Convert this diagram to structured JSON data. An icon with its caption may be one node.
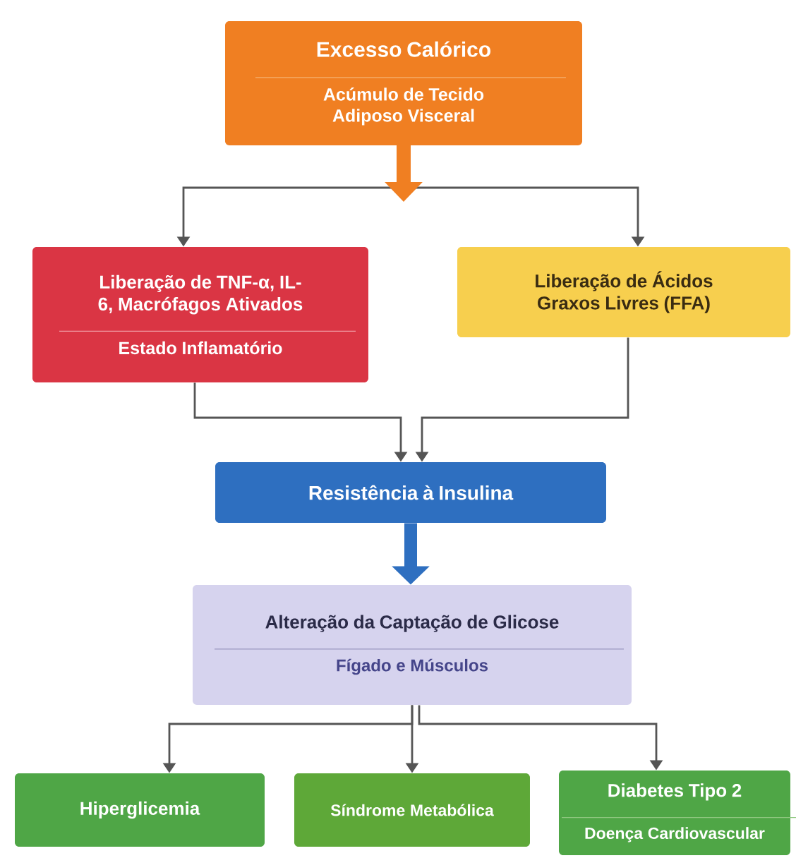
{
  "diagram": {
    "nodes": [
      {
        "text": [
          "Excesso Calórico",
          "Acúmulo de Tecido Adiposo Visceral"
        ]
      },
      {
        "text": [
          "Liberação de TNF-α, IL-6, Macrófagos Ativados",
          "Estado Inflamatório"
        ]
      },
      {
        "text": [
          "Liberação de Ácidos Graxos Livres (FFA)"
        ]
      },
      {
        "text": [
          "Resistência à Insulina"
        ]
      },
      {
        "text": [
          "Alteração da Captação de Glicose",
          "Fígado e Músculos"
        ]
      },
      {
        "text": [
          "Hiperglicemia"
        ]
      },
      {
        "text": [
          "Síndrome Metabólica"
        ]
      },
      {
        "text": [
          "Diabetes Tipo 2",
          "Doença Cardiovascular"
        ]
      }
    ],
    "edges": [
      {
        "from": 0,
        "to": 1,
        "arrow": "to"
      },
      {
        "from": 0,
        "to": 2,
        "arrow": "to"
      },
      {
        "from": 1,
        "to": 3,
        "arrow": "to"
      },
      {
        "from": 2,
        "to": 3,
        "arrow": "to"
      },
      {
        "from": 3,
        "to": 4,
        "arrow": "to",
        "style": "thick",
        "color": "#2e6fc0"
      },
      {
        "from": 4,
        "to": 5,
        "arrow": "to"
      },
      {
        "from": 4,
        "to": 6,
        "arrow": "to"
      },
      {
        "from": 4,
        "to": 7,
        "arrow": "to"
      }
    ]
  }
}
